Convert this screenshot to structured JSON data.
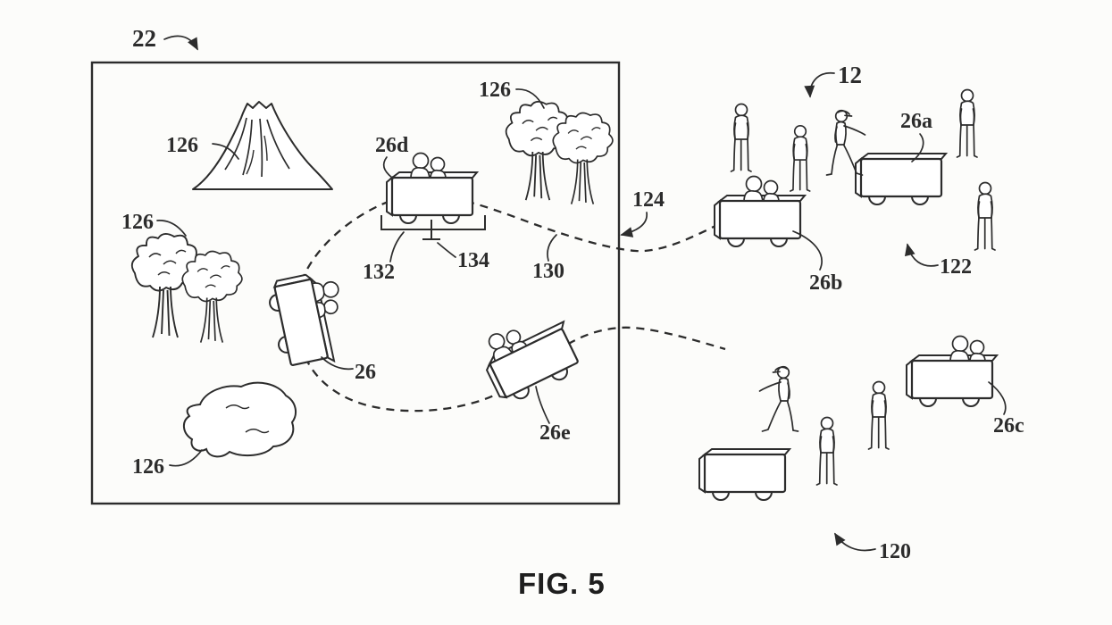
{
  "figure": {
    "caption": "FIG. 5",
    "ink_color": "#2c2c2c",
    "paper_color": "#fcfcfa"
  },
  "labels": {
    "attraction": "22",
    "guests": "12",
    "vehicle": "26",
    "vehicle_a": "26a",
    "vehicle_b": "26b",
    "vehicle_c": "26c",
    "vehicle_d": "26d",
    "vehicle_e": "26e",
    "unload_area": "120",
    "load_area": "122",
    "path_entry": "124",
    "scenery": "126",
    "ride_path": "130",
    "vehicle_platform": "132",
    "vehicle_support": "134"
  }
}
